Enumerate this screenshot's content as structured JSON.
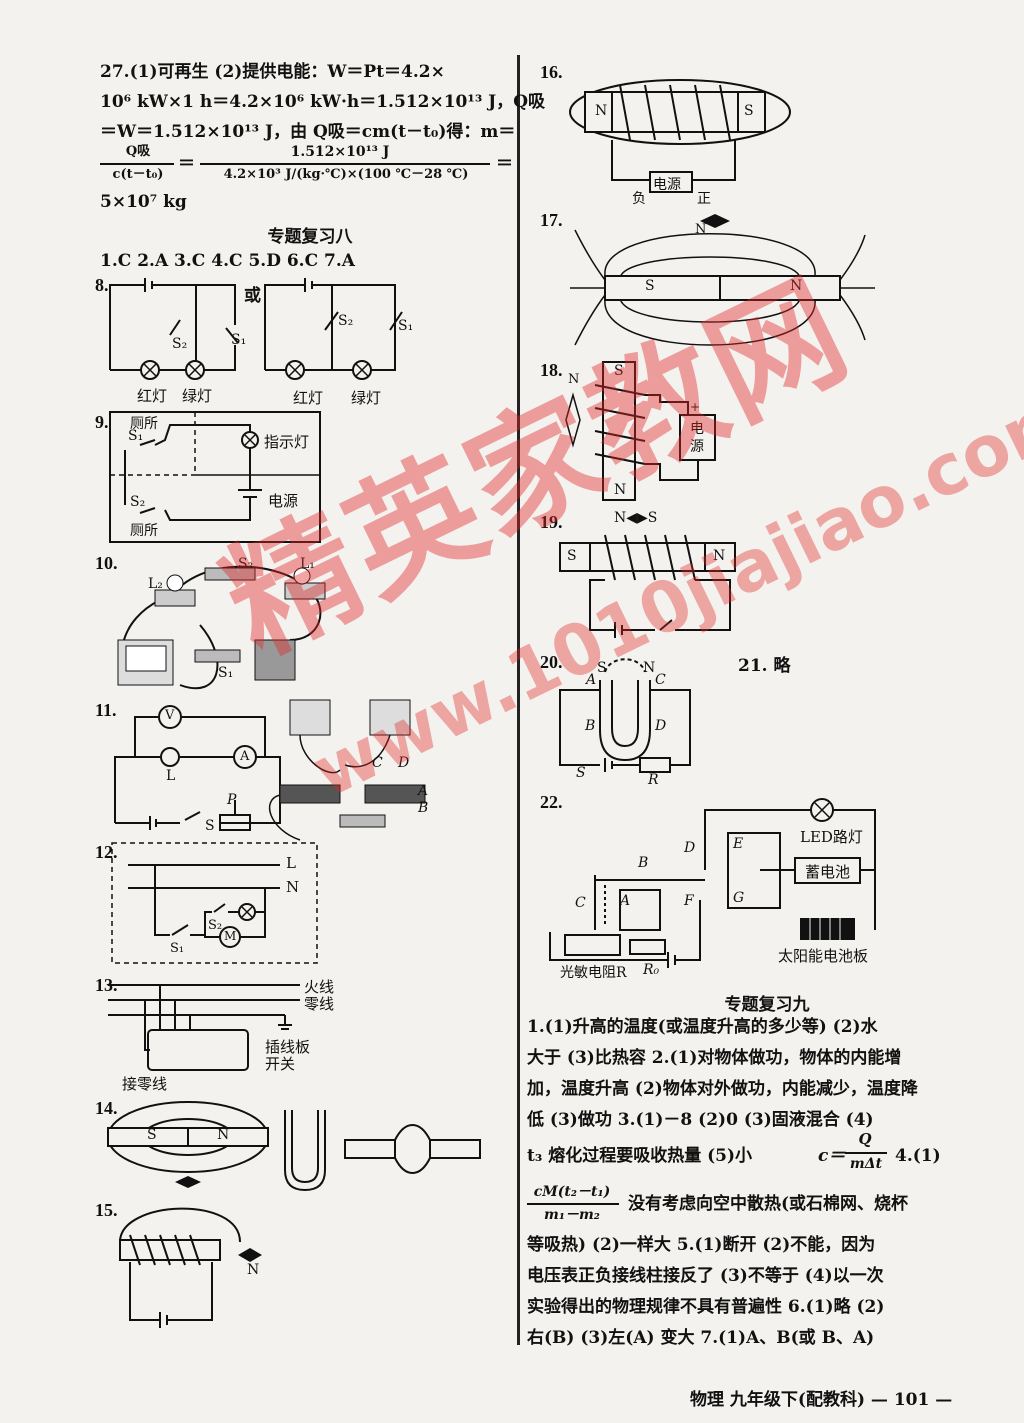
{
  "q27": {
    "line1": "27.(1)可再生  (2)提供电能：W＝Pt＝4.2×",
    "line2": "10⁶ kW×1 h＝4.2×10⁶ kW·h＝1.512×10¹³ J，Q吸",
    "line3": "＝W＝1.512×10¹³ J，由 Q吸＝cm(t－t₀)得：m＝",
    "frac_left_num": "Q吸",
    "frac_left_den": "c(t－t₀)",
    "frac_right_num": "1.512×10¹³ J",
    "frac_right_den": "4.2×10³ J/(kg·℃)×(100 ℃－28 ℃)",
    "eq": "＝",
    "eq2": "＝",
    "line5": "5×10⁷ kg"
  },
  "section8": {
    "title": "专题复习八",
    "answers": "1.C  2.A  3.C  4.C  5.D  6.C  7.A"
  },
  "q8": {
    "num": "8.",
    "or": "或",
    "s1": "S₁",
    "s2": "S₂",
    "red": "红灯",
    "green": "绿灯"
  },
  "q9": {
    "num": "9.",
    "toilet": "厕所",
    "s1": "S₁",
    "s2": "S₂",
    "indicator": "指示灯",
    "power": "电源"
  },
  "q10": {
    "num": "10.",
    "l1": "L₁",
    "l2": "L₂",
    "s1": "S₁",
    "s2": "S₂"
  },
  "q11": {
    "num": "11.",
    "v": "V",
    "a": "A",
    "l": "L",
    "p": "P",
    "s": "S",
    "c": "C",
    "d": "D",
    "a2": "A",
    "b": "B"
  },
  "q12": {
    "num": "12.",
    "l": "L",
    "n": "N",
    "s1": "S₁",
    "s2": "S₂",
    "m": "M"
  },
  "q13": {
    "num": "13.",
    "live": "火线",
    "neutral": "零线",
    "socket": "插线板",
    "switch": "开关",
    "neutral_conn": "接零线"
  },
  "q14": {
    "num": "14.",
    "s": "S",
    "n": "N"
  },
  "q15": {
    "num": "15.",
    "n": "N"
  },
  "q16": {
    "num": "16.",
    "n": "N",
    "s": "S",
    "power": "电源",
    "neg": "负",
    "pos": "正"
  },
  "q17": {
    "num": "17.",
    "n": "N",
    "s": "S"
  },
  "q18": {
    "num": "18.",
    "n": "N",
    "s": "S",
    "power": "电\n源",
    "plus": "+"
  },
  "q19": {
    "num": "19.",
    "ns": "N◀▶S",
    "s": "S",
    "n": "N"
  },
  "q20": {
    "num": "20.",
    "s": "S",
    "n": "N",
    "a": "A",
    "b": "B",
    "c": "C",
    "d": "D",
    "r": "R"
  },
  "q21": {
    "text": "21. 略"
  },
  "q22": {
    "num": "22.",
    "led": "LED路灯",
    "battery": "蓄电池",
    "solar": "太阳能电池板",
    "photo": "光敏电阻R",
    "r0": "R₀",
    "a": "A",
    "b": "B",
    "c": "C",
    "d": "D",
    "e": "E",
    "f": "F",
    "g": "G"
  },
  "section9": {
    "title": "专题复习九",
    "lines": [
      "1.(1)升高的温度(或温度升高的多少等)  (2)水",
      "大于  (3)比热容  2.(1)对物体做功，物体的内能增",
      "加，温度升高  (2)物体对外做功，内能减少，温度降",
      "低  (3)做功  3.(1)－8  (2)0  (3)固液混合  (4)",
      "t₃  熔化过程要吸收热量  (5)小",
      "没有考虑向空中散热(或石棉网、烧杯",
      "等吸热)  (2)一样大  5.(1)断开  (2)不能，因为",
      "电压表正负接线柱接反了  (3)不等于  (4)以一次",
      "实验得出的物理规律不具有普遍性  6.(1)略  (2)",
      "右(B)  (3)左(A)  变大  7.(1)A、B(或 B、A)"
    ],
    "formula_c": "c＝",
    "formula_num": "Q",
    "formula_den": "mΔt",
    "q4": "4.(1)",
    "frac2_num": "cM(t₂－t₁)",
    "frac2_den": "m₁－m₂"
  },
  "footer": "物理  九年级下(配教科)  — 101 —",
  "watermark": "精英家教网",
  "watermark_url": "www.1010jiajiao.com"
}
